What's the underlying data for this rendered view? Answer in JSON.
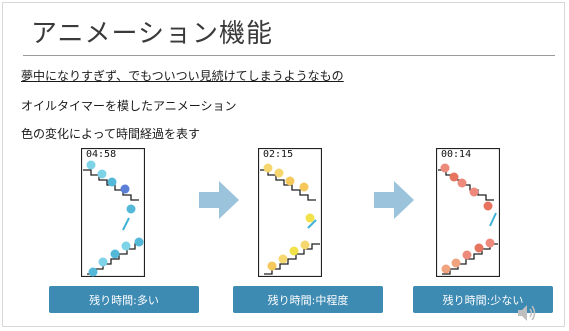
{
  "slide": {
    "title": "アニメーション機能",
    "lines": [
      "夢中になりすぎず、でもついつい見続けてしまうようなもの",
      "オイルタイマーを模したアニメーション",
      "色の変化によって時間経過を表す"
    ]
  },
  "panels": [
    {
      "time": "04:58",
      "label": "残り時間:多い",
      "color_top": "#7fd3e8",
      "color_dot": "#5b7fd6",
      "color_bottom": "#54b9d9"
    },
    {
      "time": "02:15",
      "label": "残り時間:中程度",
      "color_top": "#f6d66e",
      "color_dot": "#f2e24a",
      "color_bottom": "#f5c85c"
    },
    {
      "time": "00:14",
      "label": "残り時間:少ない",
      "color_top": "#ee8a7c",
      "color_dot": "#e7745f",
      "color_bottom": "#f0a37e"
    }
  ],
  "icons": {
    "arrow": "right-arrow-icon",
    "speaker": "speaker-icon"
  }
}
